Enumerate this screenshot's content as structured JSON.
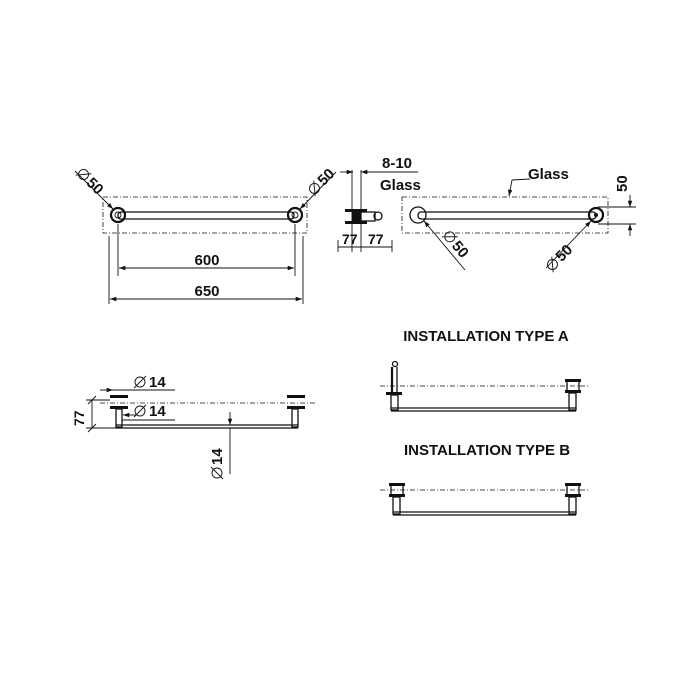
{
  "top_view": {
    "dim_left_diameter": "50",
    "dim_right_diameter": "50",
    "dim_inner": "600",
    "dim_outer": "650"
  },
  "side_detail": {
    "dim_glass_thickness": "8-10",
    "glass_label": "Glass",
    "dim_left": "77",
    "dim_right": "77"
  },
  "top_view_b": {
    "glass_label": "Glass",
    "dim_height": "50",
    "dim_left_diameter": "50",
    "dim_right_diameter": "50"
  },
  "front_view": {
    "dim_height": "77",
    "dim_top_diameter": "14",
    "dim_mid_diameter": "14",
    "dim_bar_diameter": "14"
  },
  "installation_a": {
    "title": "INSTALLATION TYPE A"
  },
  "installation_b": {
    "title": "INSTALLATION TYPE B"
  }
}
